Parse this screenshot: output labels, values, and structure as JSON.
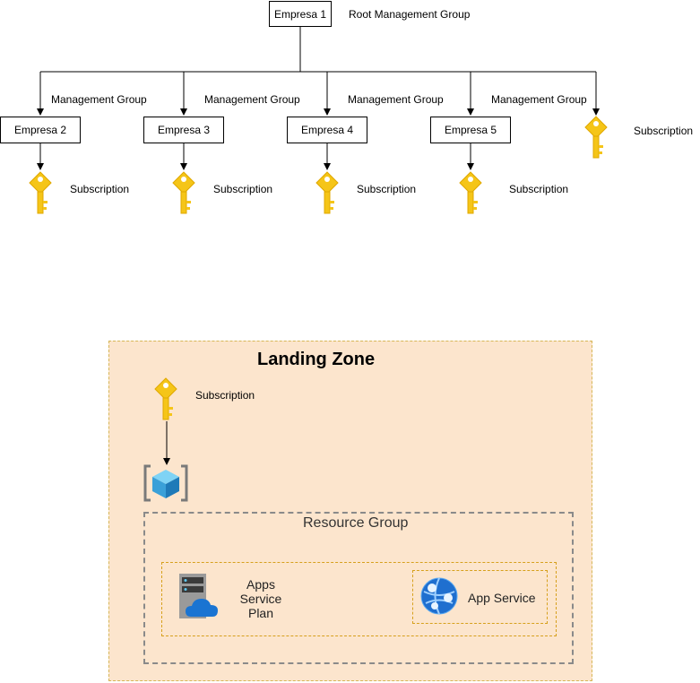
{
  "root": {
    "name": "Empresa 1",
    "label": "Root Management Group"
  },
  "groups": [
    {
      "name": "Empresa 2",
      "label": "Management Group",
      "sub": "Subscription"
    },
    {
      "name": "Empresa 3",
      "label": "Management Group",
      "sub": "Subscription"
    },
    {
      "name": "Empresa 4",
      "label": "Management Group",
      "sub": "Subscription"
    },
    {
      "name": "Empresa 5",
      "label": "Management Group",
      "sub": "Subscription"
    }
  ],
  "extra": {
    "label": "Management Group",
    "sub": "Subscription"
  },
  "landing": {
    "title": "Landing Zone",
    "sub": "Subscription",
    "resource_group": "Resource Group",
    "plan": "Apps Service Plan",
    "app": "App Service"
  },
  "icons": [
    "key-icon",
    "resource-group-cube-icon",
    "app-service-plan-icon",
    "app-service-icon"
  ],
  "colors": {
    "key": "#f5c518",
    "landing_fill": "#fce5cd",
    "azure_blue": "#0078d4"
  }
}
